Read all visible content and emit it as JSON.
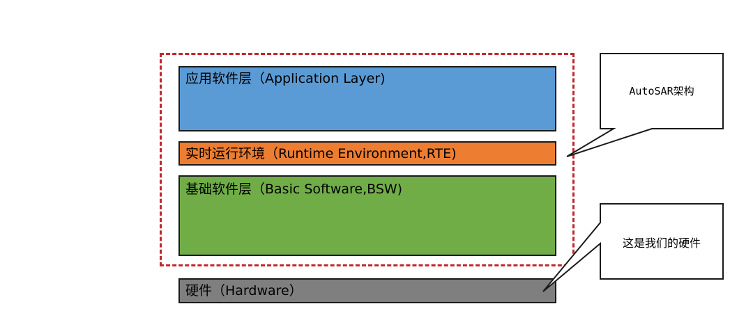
{
  "diagram": {
    "layers": {
      "application": "应用软件层（Application Layer)",
      "rte": "实时运行环境（Runtime Environment,RTE)",
      "bsw": "基础软件层（Basic Software,BSW)",
      "hardware": "硬件（Hardware）"
    },
    "callouts": {
      "autosar": "AutoSAR架构",
      "hardware_note": "这是我们的硬件"
    },
    "colors": {
      "application": "#5b9bd5",
      "rte": "#ed7d31",
      "bsw": "#70ad47",
      "hardware": "#7f7f7f",
      "dashed_border": "#c1272d"
    }
  }
}
